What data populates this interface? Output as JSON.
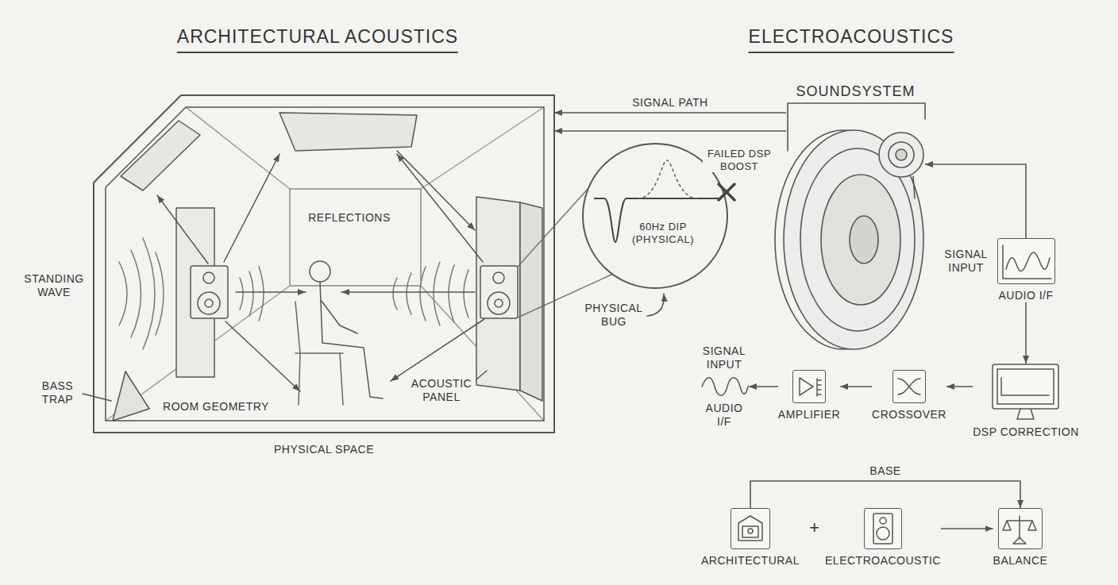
{
  "diagram": {
    "nodes": [
      {
        "text": [
          "PHYSICAL SPACE"
        ]
      },
      {
        "text": [
          "FAILED DSP BOOST",
          "60Hz DIP (PHYSICAL)"
        ]
      },
      {
        "text": [
          "SOUNDSYSTEM"
        ]
      },
      {
        "text": [
          "SIGNAL INPUT",
          "AUDIO I/F"
        ]
      },
      {
        "text": [
          "SIGNAL INPUT",
          "AUDIO I/F"
        ]
      },
      {
        "text": [
          "AMPLIFIER"
        ]
      },
      {
        "text": [
          "CROSSOVER"
        ]
      },
      {
        "text": [
          "DSP CORRECTION"
        ]
      },
      {
        "text": [
          "ARCHITECTURAL"
        ]
      },
      {
        "text": [
          "ELECTROACOUSTIC"
        ]
      },
      {
        "text": [
          "BALANCE"
        ]
      }
    ],
    "edges": [
      {
        "from": 2,
        "to": 0,
        "label": "SIGNAL PATH",
        "arrow": "to"
      },
      {
        "from": 2,
        "to": 0,
        "arrow": "to"
      },
      {
        "from": 3,
        "to": 2,
        "arrow": "to"
      },
      {
        "from": 3,
        "to": 7,
        "arrow": "to"
      },
      {
        "from": 7,
        "to": 6,
        "arrow": "to"
      },
      {
        "from": 6,
        "to": 5,
        "arrow": "to"
      },
      {
        "from": 5,
        "to": 4,
        "arrow": "to"
      },
      {
        "from": 8,
        "to": 10,
        "label": "BASE",
        "arrow": "to"
      },
      {
        "from": 9,
        "to": 10,
        "arrow": "to"
      }
    ],
    "labels": [
      "ARCHITECTURAL ACOUSTICS",
      "ELECTROACOUSTICS",
      "STANDING WAVE",
      "BASS TRAP",
      "REFLECTIONS",
      "ROOM GEOMETRY",
      "ACOUSTIC PANEL",
      "PHYSICAL BUG",
      "+"
    ]
  }
}
